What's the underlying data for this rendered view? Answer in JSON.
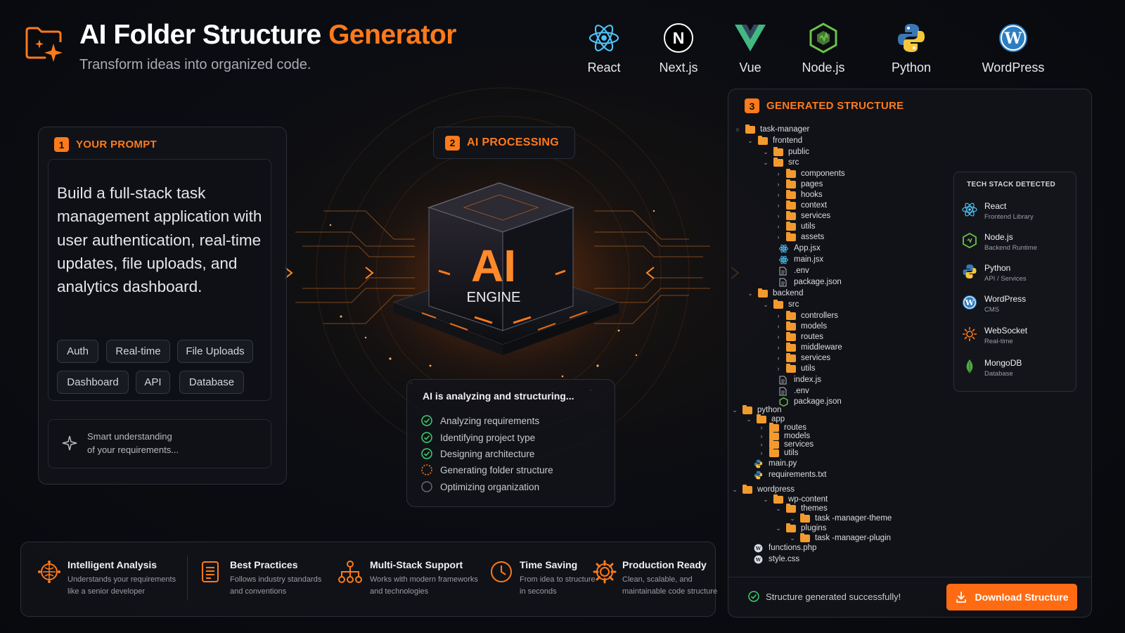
{
  "header": {
    "title_main": "AI Folder Structure",
    "title_accent": "Generator",
    "subtitle": "Transform ideas into organized code."
  },
  "tech_bar": [
    {
      "label": "React",
      "icon": "react-icon"
    },
    {
      "label": "Next.js",
      "icon": "nextjs-icon"
    },
    {
      "label": "Vue",
      "icon": "vue-icon"
    },
    {
      "label": "Node.js",
      "icon": "nodejs-icon"
    },
    {
      "label": "Python",
      "icon": "python-icon"
    },
    {
      "label": "WordPress",
      "icon": "wordpress-icon"
    }
  ],
  "prompt_panel": {
    "step": "1",
    "title": "YOUR PROMPT",
    "text": "Build a full-stack task management application with user authentication, real-time updates, file uploads, and analytics dashboard.",
    "tags": [
      "Auth",
      "Real-time",
      "File Uploads",
      "Dashboard",
      "API",
      "Database"
    ],
    "hint_line1": "Smart understanding",
    "hint_line2": "of your requirements..."
  },
  "processing": {
    "step": "2",
    "title": "AI PROCESSING",
    "engine_big": "AI",
    "engine_small": "ENGINE",
    "status_title": "AI is analyzing and structuring...",
    "steps": [
      {
        "label": "Analyzing requirements",
        "state": "done"
      },
      {
        "label": "Identifying project type",
        "state": "done"
      },
      {
        "label": "Designing architecture",
        "state": "done"
      },
      {
        "label": "Generating folder structure",
        "state": "active"
      },
      {
        "label": "Optimizing organization",
        "state": "pending"
      }
    ]
  },
  "features": [
    {
      "title": "Intelligent Analysis",
      "line1": "Understands your requirements",
      "line2": "like a senior developer",
      "icon": "brain-icon"
    },
    {
      "title": "Best Practices",
      "line1": "Follows industry standards",
      "line2": "and conventions",
      "icon": "document-icon"
    },
    {
      "title": "Multi-Stack Support",
      "line1": "Works with modern frameworks",
      "line2": "and technologies",
      "icon": "hierarchy-icon"
    },
    {
      "title": "Time Saving",
      "line1": "From idea to structure",
      "line2": "in seconds",
      "icon": "clock-icon"
    },
    {
      "title": "Production Ready",
      "line1": "Clean, scalable, and",
      "line2": "maintainable code structure",
      "icon": "gear-icon"
    }
  ],
  "structure": {
    "step": "3",
    "title": "GENERATED STRUCTURE",
    "tree": [
      {
        "name": "task-manager",
        "type": "folder",
        "chev": "○"
      },
      {
        "name": "frontend",
        "type": "folder",
        "chev": "⌄"
      },
      {
        "name": "public",
        "type": "folder",
        "chev": "⌄"
      },
      {
        "name": "src",
        "type": "folder",
        "chev": "⌄"
      },
      {
        "name": "components",
        "type": "folder",
        "chev": "›"
      },
      {
        "name": "pages",
        "type": "folder",
        "chev": "›"
      },
      {
        "name": "hooks",
        "type": "folder",
        "chev": "›"
      },
      {
        "name": "context",
        "type": "folder",
        "chev": "›"
      },
      {
        "name": "services",
        "type": "folder",
        "chev": "›"
      },
      {
        "name": "utils",
        "type": "folder",
        "chev": "›"
      },
      {
        "name": "assets",
        "type": "folder",
        "chev": "›"
      },
      {
        "name": "App.jsx",
        "type": "react",
        "chev": ""
      },
      {
        "name": "main.jsx",
        "type": "react",
        "chev": ""
      },
      {
        "name": ".env",
        "type": "file",
        "chev": ""
      },
      {
        "name": "package.json",
        "type": "file",
        "chev": ""
      },
      {
        "name": "backend",
        "type": "folder",
        "chev": "⌄"
      },
      {
        "name": "src",
        "type": "folder",
        "chev": "⌄"
      },
      {
        "name": "controllers",
        "type": "folder",
        "chev": "›"
      },
      {
        "name": "models",
        "type": "folder",
        "chev": "›"
      },
      {
        "name": "routes",
        "type": "folder",
        "chev": "›"
      },
      {
        "name": "middleware",
        "type": "folder",
        "chev": "›"
      },
      {
        "name": "services",
        "type": "folder",
        "chev": "›"
      },
      {
        "name": "utils",
        "type": "folder",
        "chev": "›"
      },
      {
        "name": "index.js",
        "type": "file",
        "chev": ""
      },
      {
        "name": ".env",
        "type": "file",
        "chev": ""
      },
      {
        "name": "package.json",
        "type": "node",
        "chev": ""
      },
      {
        "name": "python",
        "type": "folder",
        "chev": "⌄"
      },
      {
        "name": "app",
        "type": "folder",
        "chev": "⌄"
      },
      {
        "name": "routes",
        "type": "folder",
        "chev": "›"
      },
      {
        "name": "models",
        "type": "folder",
        "chev": "›"
      },
      {
        "name": "services",
        "type": "folder",
        "chev": "›"
      },
      {
        "name": "utils",
        "type": "folder",
        "chev": "›"
      },
      {
        "name": "main.py",
        "type": "python",
        "chev": ""
      },
      {
        "name": "requirements.txt",
        "type": "python",
        "chev": ""
      },
      {
        "name": "wordpress",
        "type": "folder",
        "chev": "⌄"
      },
      {
        "name": "wp-content",
        "type": "folder",
        "chev": "⌄"
      },
      {
        "name": "themes",
        "type": "folder",
        "chev": "⌄"
      },
      {
        "name": "task -manager-theme",
        "type": "folder",
        "chev": "⌄"
      },
      {
        "name": "plugins",
        "type": "folder",
        "chev": "⌄"
      },
      {
        "name": "task -manager-plugin",
        "type": "folder",
        "chev": "⌄"
      },
      {
        "name": "functions.php",
        "type": "wordpress",
        "chev": ""
      },
      {
        "name": "style.css",
        "type": "wordpress",
        "chev": ""
      }
    ],
    "stack_title": "TECH STACK DETECTED",
    "stack": [
      {
        "name": "React",
        "sub": "Frontend Library",
        "icon": "react-icon"
      },
      {
        "name": "Node.js",
        "sub": "Backend Runtime",
        "icon": "nodejs-icon"
      },
      {
        "name": "Python",
        "sub": "API / Services",
        "icon": "python-icon"
      },
      {
        "name": "WordPress",
        "sub": "CMS",
        "icon": "wordpress-icon"
      },
      {
        "name": "WebSocket",
        "sub": "Real-time",
        "icon": "websocket-icon"
      },
      {
        "name": "MongoDB",
        "sub": "Database",
        "icon": "mongodb-icon"
      }
    ],
    "success_text": "Structure generated successfully!",
    "download_label": "Download Structure"
  },
  "colors": {
    "accent": "#ff7a1a",
    "folder": "#f29a2e",
    "success": "#3ecf6e",
    "react": "#4fc3f7",
    "node": "#6cc24a"
  }
}
